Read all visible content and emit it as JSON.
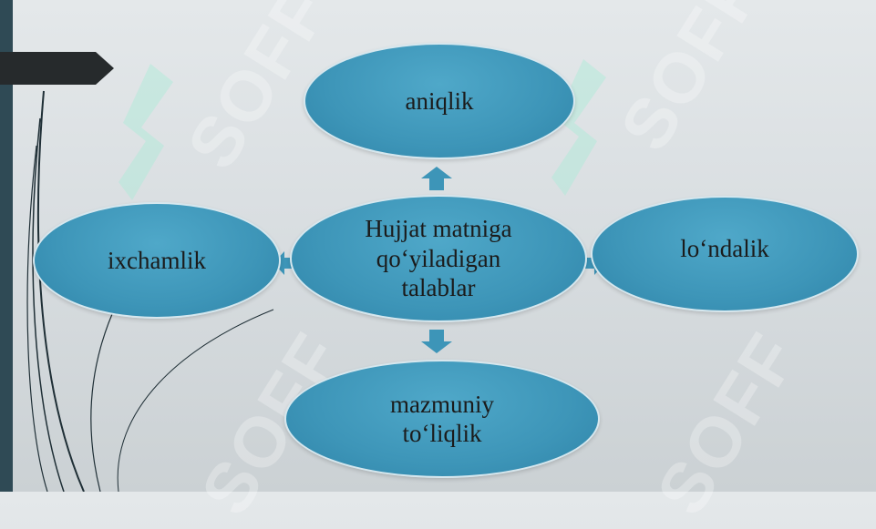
{
  "diagram": {
    "center": {
      "lines": [
        "Hujjat matniga",
        "qo‘yiladigan",
        "talablar"
      ]
    },
    "top": {
      "label": "aniqlik"
    },
    "left": {
      "label": "ixchamlik"
    },
    "right": {
      "label": "lo‘ndalik"
    },
    "bottom": {
      "lines": [
        "mazmuniy",
        "to‘liqlik"
      ]
    }
  },
  "watermark": {
    "text": "SOFF"
  },
  "colors": {
    "ellipse_fill": "#3d95b8",
    "ellipse_border": "#d6e7ee",
    "arrow": "#3d95b8",
    "sidebar": "#2f4a55",
    "tab": "#262a2c"
  }
}
